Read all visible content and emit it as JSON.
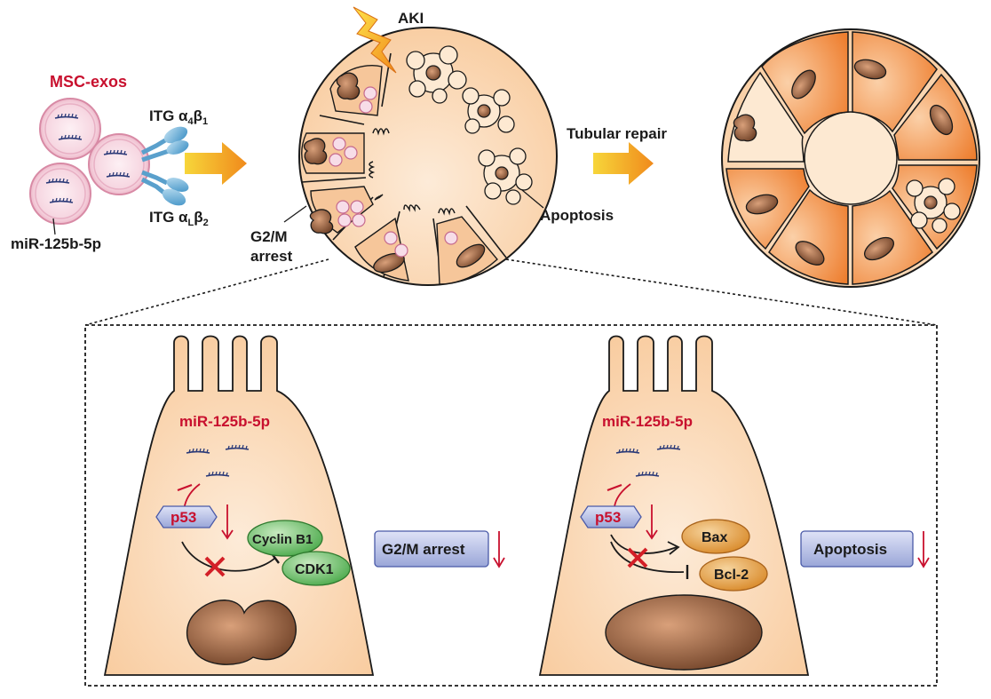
{
  "labels": {
    "msc_exos": "MSC-exos",
    "mirna": "miR-125b-5p",
    "itg_a": "ITG α",
    "itg_a_sub1": "4",
    "itg_b": "β",
    "itg_b_sub1": "1",
    "itg_a2": "ITG α",
    "itg_a2_sub": "L",
    "itg_b2": "β",
    "itg_b2_sub": "2",
    "aki": "AKI",
    "apoptosis": "Apoptosis",
    "g2m_line1": "G2/M",
    "g2m_line2": "arrest",
    "tubular_repair": "Tubular repair"
  },
  "left_panel": {
    "mirna": "miR-125b-5p",
    "p53": "p53",
    "cyclin": "Cyclin B1",
    "cdk": "CDK1",
    "outcome": "G2/M arrest"
  },
  "right_panel": {
    "mirna": "miR-125b-5p",
    "p53": "p53",
    "bax": "Bax",
    "bcl2": "Bcl-2",
    "outcome": "Apoptosis"
  },
  "colors": {
    "cell_fill": "#fbd9b8",
    "cell_stroke": "#1a1a1a",
    "nucleus": "#8b5a3c",
    "accent_red": "#c8102e",
    "injured_fill": "#f28c3c",
    "green": "#5fb85f",
    "orange_protein": "#e49a3a",
    "p53_box": "#b8bfe6",
    "outcome_box": "#aab4dc"
  }
}
